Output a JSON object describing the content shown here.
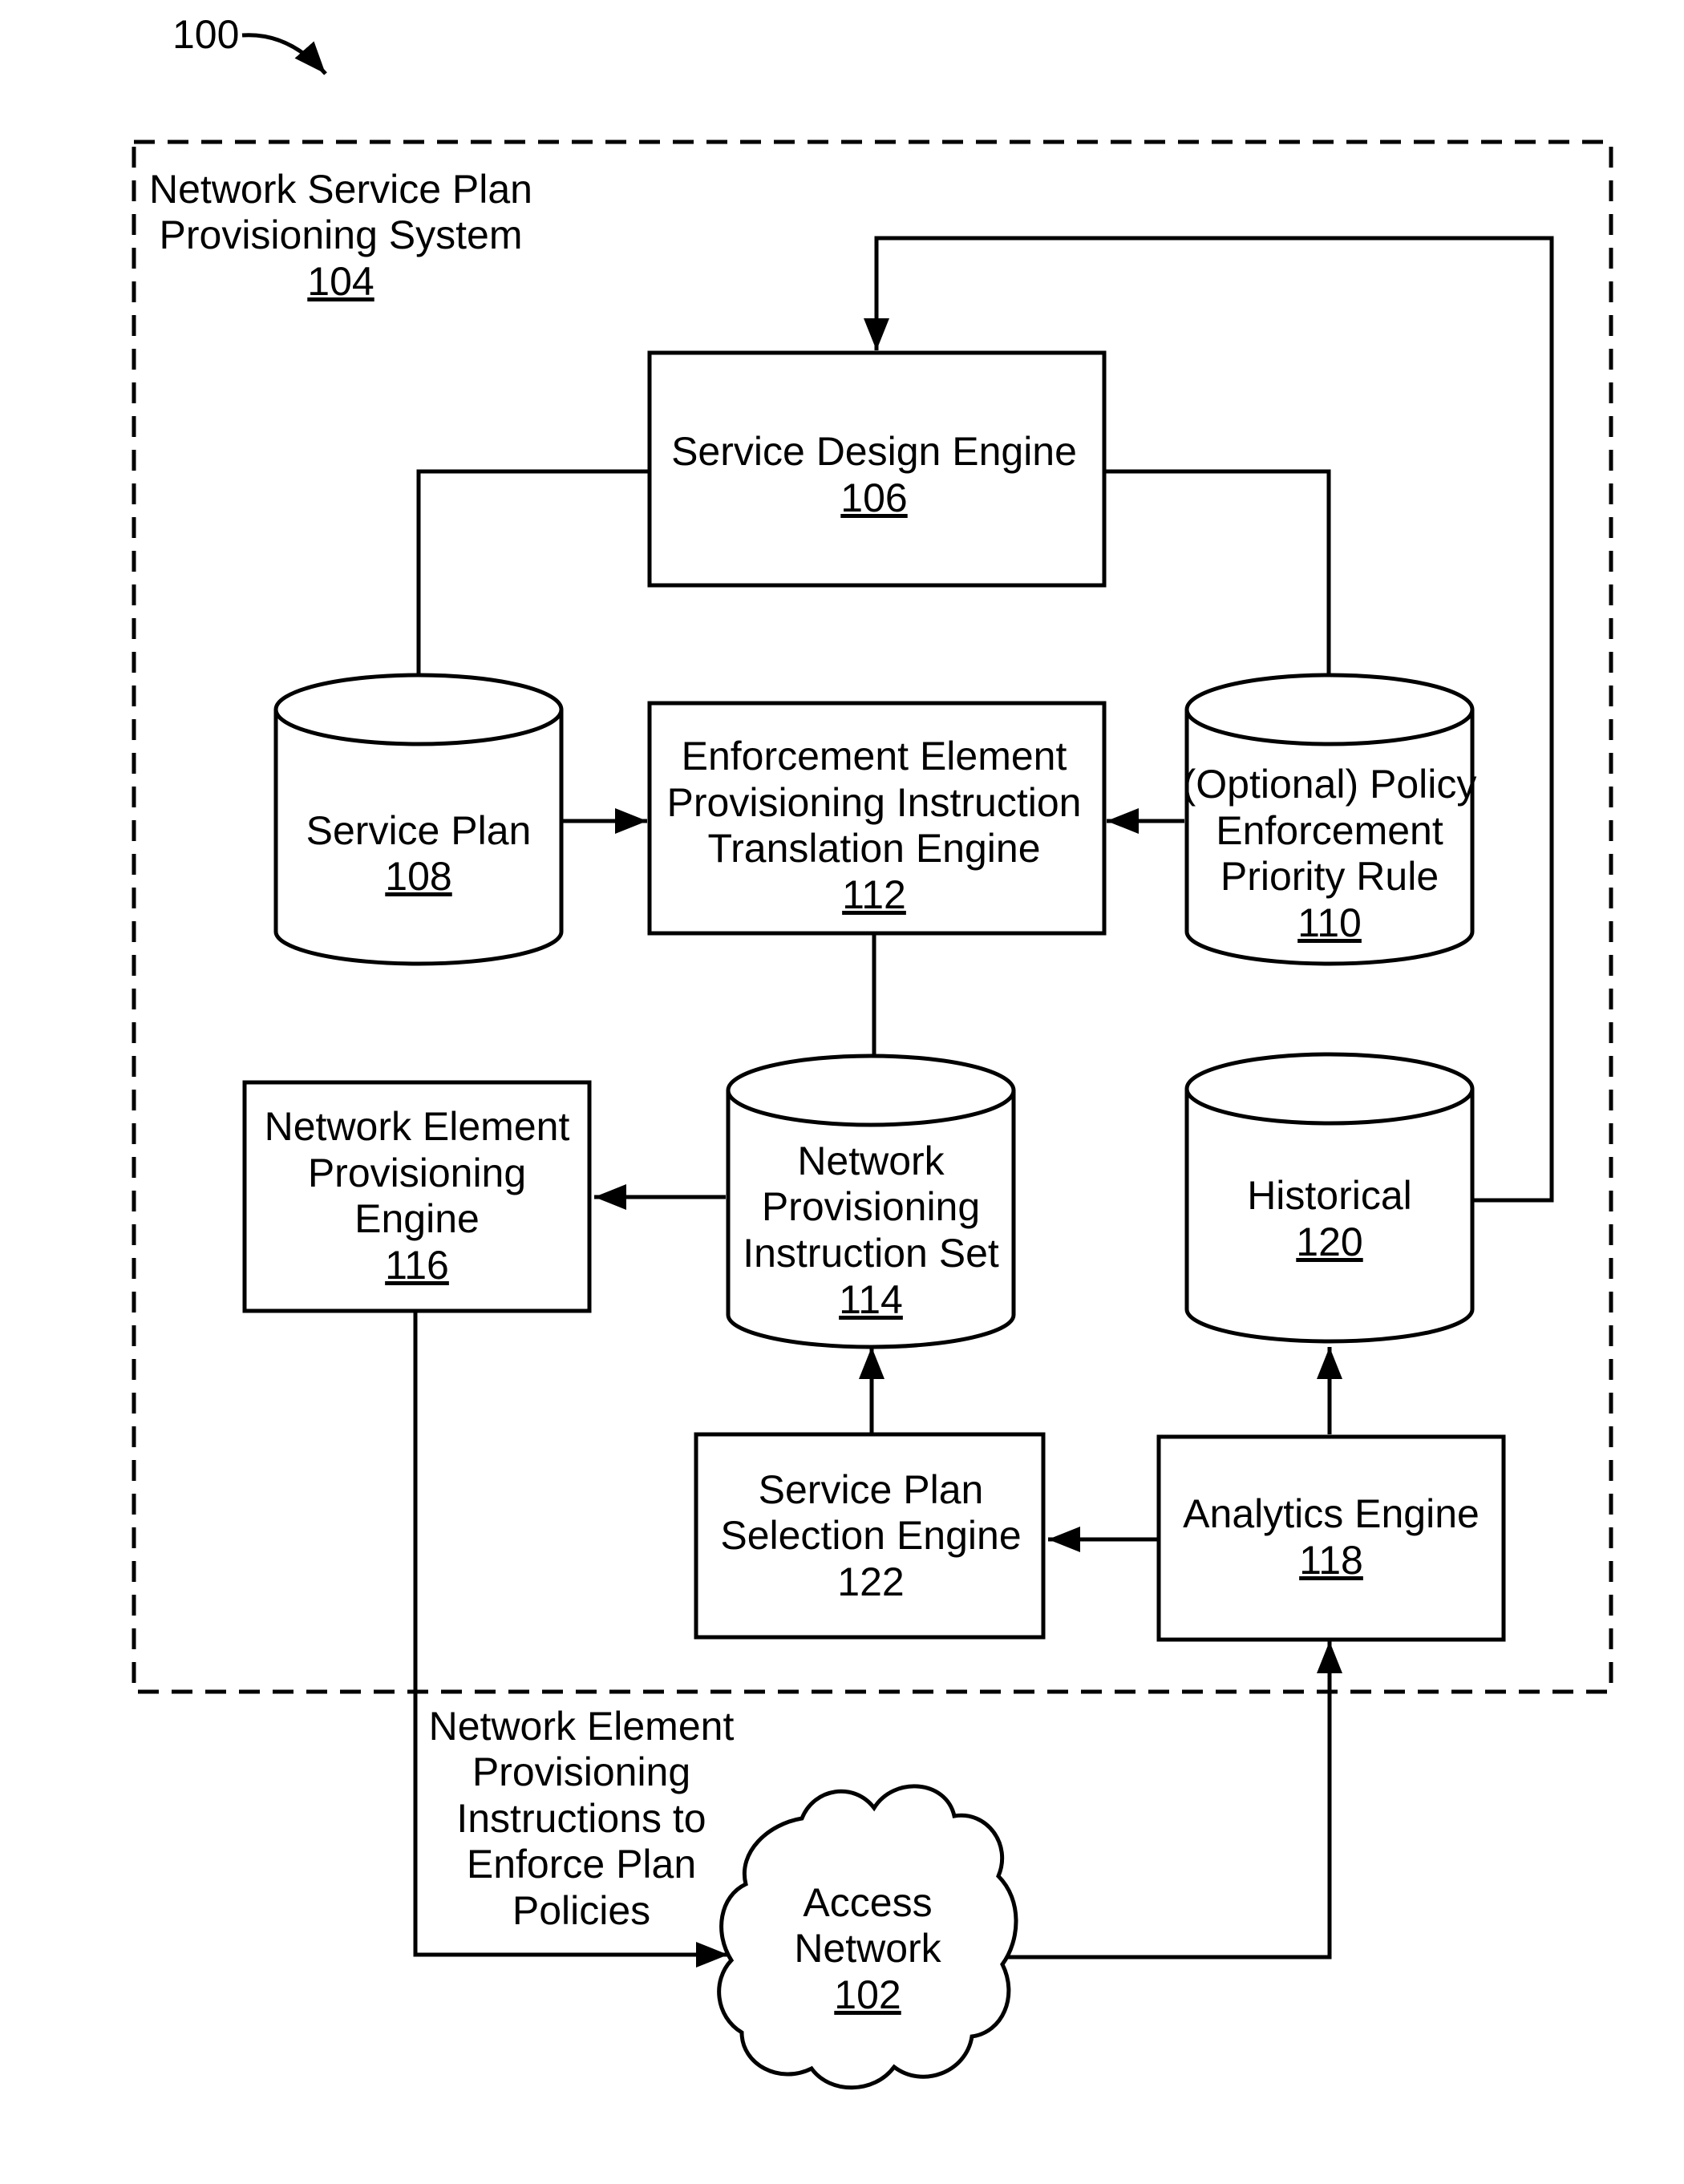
{
  "figure_ref": "100",
  "system": {
    "title_line1": "Network Service Plan",
    "title_line2": "Provisioning System",
    "ref": "104"
  },
  "service_design": {
    "line1": "Service Design Engine",
    "ref": "106"
  },
  "service_plan": {
    "line1": "Service Plan",
    "ref": "108"
  },
  "translation_engine": {
    "line1": "Enforcement Element",
    "line2": "Provisioning Instruction",
    "line3": "Translation Engine",
    "ref": "112"
  },
  "priority_rule": {
    "line1": "(Optional) Policy",
    "line2": "Enforcement",
    "line3": "Priority Rule",
    "ref": "110"
  },
  "network_element_engine": {
    "line1": "Network Element",
    "line2": "Provisioning",
    "line3": "Engine",
    "ref": "116"
  },
  "instruction_set": {
    "line1": "Network",
    "line2": "Provisioning",
    "line3": "Instruction Set",
    "ref": "114"
  },
  "historical": {
    "line1": "Historical",
    "ref": "120"
  },
  "selection_engine": {
    "line1": "Service Plan",
    "line2": "Selection Engine",
    "ref": "122"
  },
  "analytics_engine": {
    "line1": "Analytics Engine",
    "ref": "118"
  },
  "access_network": {
    "line1": "Access",
    "line2": "Network",
    "ref": "102"
  },
  "instructions_label": {
    "line1": "Network Element",
    "line2": "Provisioning",
    "line3": "Instructions to",
    "line4": "Enforce Plan",
    "line5": "Policies"
  }
}
